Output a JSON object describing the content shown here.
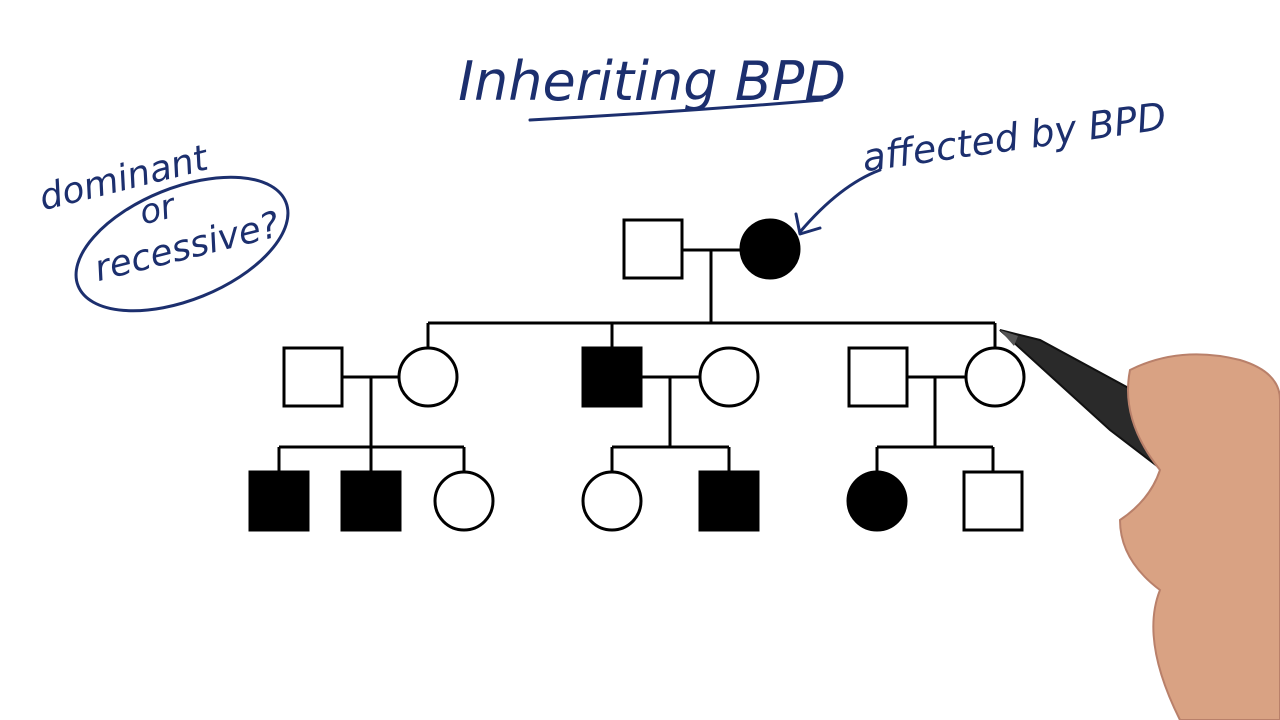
{
  "title": "Inheriting BPD",
  "question": {
    "line1": "dominant",
    "line2": "or",
    "line3": "recessive?"
  },
  "annotation": "affected by BPD",
  "colors": {
    "ink": "#1c2f6e",
    "affected": "#000000",
    "unaffected": "#ffffff"
  },
  "pedigree": {
    "generations": 3,
    "individuals": [
      {
        "id": "g1-father",
        "sex": "male",
        "affected": false
      },
      {
        "id": "g1-mother",
        "sex": "female",
        "affected": true
      },
      {
        "id": "g2-husband-a",
        "sex": "male",
        "affected": false
      },
      {
        "id": "g2-daughter-a",
        "sex": "female",
        "affected": false
      },
      {
        "id": "g2-son-b",
        "sex": "male",
        "affected": true
      },
      {
        "id": "g2-wife-b",
        "sex": "female",
        "affected": false
      },
      {
        "id": "g2-husband-c",
        "sex": "male",
        "affected": false
      },
      {
        "id": "g2-daughter-c",
        "sex": "female",
        "affected": false
      },
      {
        "id": "g3-a1",
        "sex": "male",
        "affected": true
      },
      {
        "id": "g3-a2",
        "sex": "male",
        "affected": true
      },
      {
        "id": "g3-a3",
        "sex": "female",
        "affected": false
      },
      {
        "id": "g3-b1",
        "sex": "female",
        "affected": false
      },
      {
        "id": "g3-b2",
        "sex": "male",
        "affected": true
      },
      {
        "id": "g3-c1",
        "sex": "female",
        "affected": true
      },
      {
        "id": "g3-c2",
        "sex": "male",
        "affected": false
      }
    ]
  }
}
